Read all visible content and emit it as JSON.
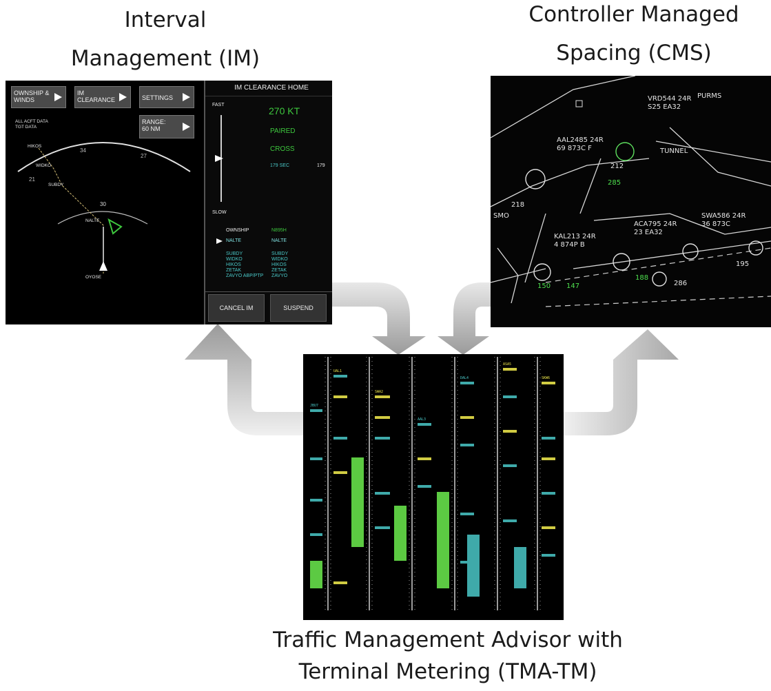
{
  "captions": {
    "im_line1": "Interval",
    "im_line2": "Management (IM)",
    "cms_line1": "Controller Managed",
    "cms_line2": "Spacing (CMS)",
    "tma_line1": "Traffic Management Advisor with",
    "tma_line2": "Terminal Metering (TMA-TM)"
  },
  "colors": {
    "arrow_light": "#f2f2f2",
    "arrow_dark": "#9a9a9a",
    "screen_bg": "#000000",
    "green": "#3ec83e",
    "cyan": "#4ac8c8",
    "yellow": "#e8e24a",
    "tma_green": "#66e04a"
  },
  "im_panel": {
    "buttons": {
      "ownship": "OWNSHIP & WINDS",
      "clearance": "IM CLEARANCE",
      "settings": "SETTINGS",
      "range": "RANGE: 60 NM"
    },
    "all_acft_data": "ALL ACFT DATA",
    "tgt_data": "TGT DATA",
    "compass_labels": [
      "34",
      "27",
      "21",
      "30"
    ],
    "fix_labels": [
      "HIKOS",
      "WIDKO",
      "SUBDY",
      "NALTE",
      "OYOSE"
    ],
    "clearance_home": "IM CLEARANCE HOME",
    "fast": "FAST",
    "slow": "SLOW",
    "speed": "270 KT",
    "paired": "PAIRED",
    "cross": "CROSS",
    "sec_left": "179 SEC",
    "sec_right": "179",
    "ownship_label": "OWNSHIP",
    "ownship_value": "N895H",
    "nalte_left": "NALTE",
    "nalte_right": "NALTE",
    "route_left": [
      "SUBDY",
      "WIDKO",
      "HIKOS",
      "ZETAK",
      "ZAVYO ABP/PTP"
    ],
    "route_right": [
      "SUBDY",
      "WIDKO",
      "HIKOS",
      "ZETAK",
      "ZAVYO"
    ],
    "cancel_btn": "CANCEL IM",
    "suspend_btn": "SUSPEND"
  },
  "cms_panel": {
    "blocks": [
      "VRD544 24R",
      "S25 EA32",
      "AAL2485 24R",
      "69 873C F",
      "KAL213 24R",
      "4 874P B",
      "ACA795 24R",
      "23 EA32",
      "SWA586 24R",
      "36 873C"
    ],
    "numbers": [
      "212",
      "285",
      "218",
      "150",
      "147",
      "188",
      "195",
      "286"
    ],
    "place_labels": [
      "PURMS",
      "TUNNEL",
      "SMO"
    ]
  },
  "tma_panel": {
    "labels": [
      "UAL1",
      "SWA2",
      "AAL3",
      "DAL4",
      "ASA5",
      "SKW6",
      "JBU7"
    ]
  }
}
